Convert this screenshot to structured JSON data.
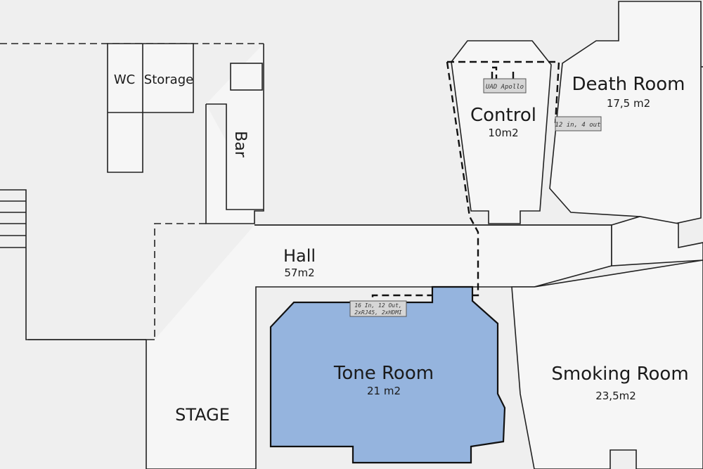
{
  "rooms": {
    "wc": "WC",
    "storage": "Storage",
    "bar": "Bar",
    "control": {
      "name": "Control",
      "area": "10m2"
    },
    "death": {
      "name": "Death Room",
      "area": "17,5 m2"
    },
    "hall": {
      "name": "Hall",
      "area": "57m2"
    },
    "tone": {
      "name": "Tone Room",
      "area": "21 m2"
    },
    "smoking": {
      "name": "Smoking Room",
      "area": "23,5m2"
    },
    "stage": "STAGE"
  },
  "tags": {
    "uad": "UAD Apollo",
    "io": "12 in, 4 out",
    "tone_line1": "16 In, 12 Out,",
    "tone_line2": "2xRJ45, 2xHDMI"
  },
  "colors": {
    "tone_room_fill": "#95b4de",
    "background": "#efefef",
    "walls": "#222222"
  }
}
